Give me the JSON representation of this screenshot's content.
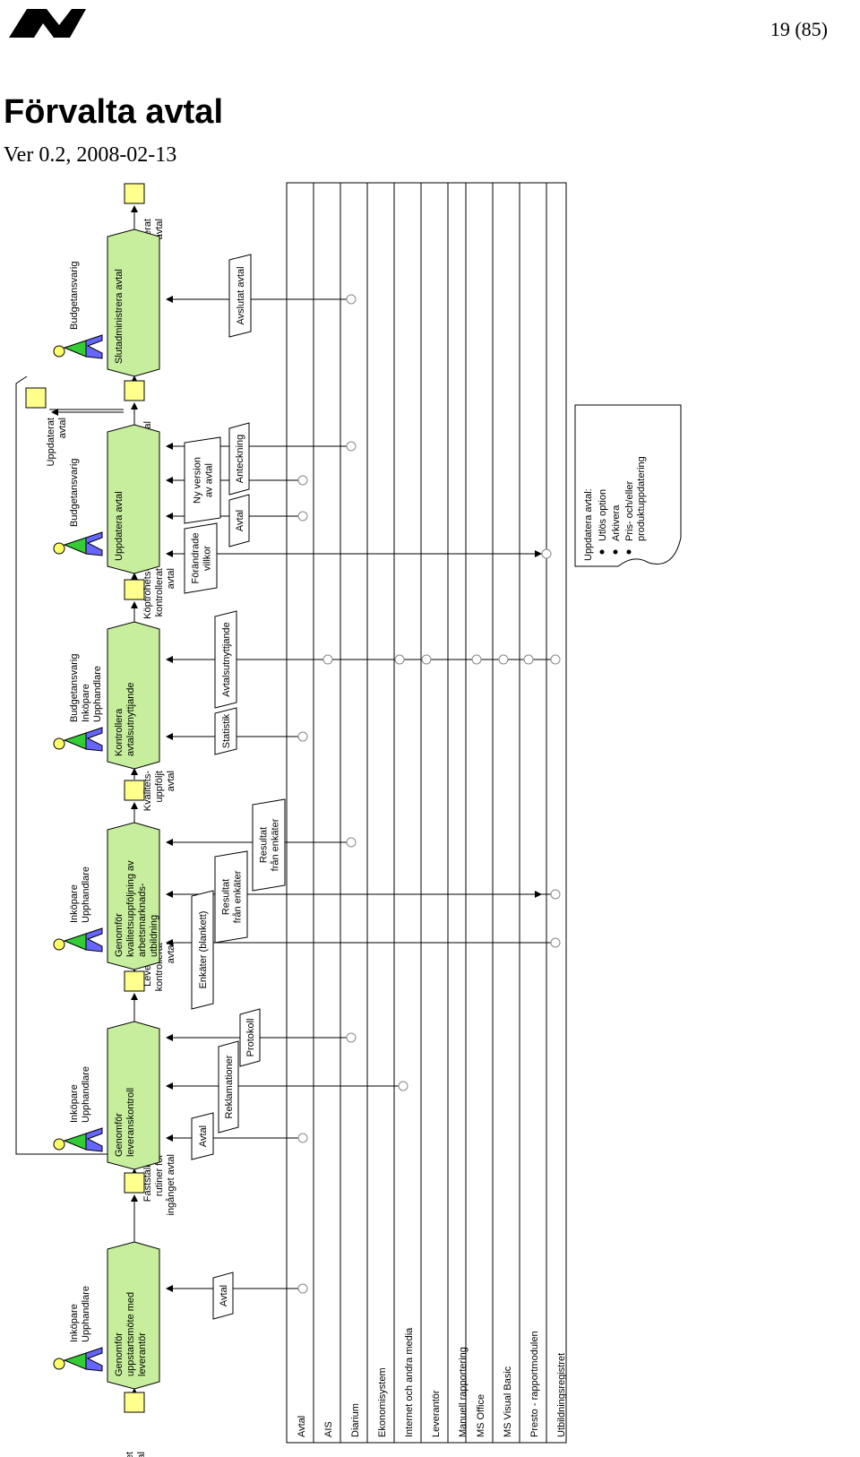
{
  "header": {
    "page_number": "19 (85)",
    "title": "Förvalta avtal",
    "version": "Ver 0.2, 2008-02-13"
  },
  "colors": {
    "process_fill": "#c6ee9c",
    "state_fill": "#ffff8c",
    "actor_head": "#ffff66",
    "actor_body_green": "#33cc33",
    "actor_legs_blue": "#6666ff"
  },
  "states": [
    {
      "id": "s0",
      "text": "Ingånget\navtal"
    },
    {
      "id": "s1",
      "text": "Fastställda\nrutiner för\ningånget avtal"
    },
    {
      "id": "s2",
      "text": "Leverans-\nkontrollerat\navtal"
    },
    {
      "id": "s3",
      "text": "Kvalitets-\nuppföljt\navtal"
    },
    {
      "id": "s4",
      "text": "Köptrohets-\nkontrollerat\navtal"
    },
    {
      "id": "s5",
      "text": "Avslutat avtal"
    },
    {
      "id": "s6",
      "text": "Arkiverat\navtal"
    },
    {
      "id": "s7",
      "text": "Uppdaterat\navtal"
    }
  ],
  "processes": [
    {
      "id": "p1",
      "text": "Genomför\nuppstartsmöte med\nleverantör",
      "roles": "Inköpare\nUpphandlare"
    },
    {
      "id": "p2",
      "text": "Genomför\nleveranskontroll",
      "roles": "Inköpare\nUpphandlare"
    },
    {
      "id": "p3",
      "text": "Genomför\nkvalitetsuppföljning av\narbetsmarknads-\nutbildning",
      "roles": "Inköpare\nUpphandlare"
    },
    {
      "id": "p4",
      "text": "Kontrollera\navtalsutnyttjande",
      "roles": "Budgetansvarig\nInköpare\nUpphandlare"
    },
    {
      "id": "p5",
      "text": "Uppdatera avtal",
      "roles": "Budgetansvarig"
    },
    {
      "id": "p6",
      "text": "Slutadministrera avtal",
      "roles": "Budgetansvarig"
    }
  ],
  "documents": [
    {
      "id": "d1",
      "text": "Avtal"
    },
    {
      "id": "d2",
      "text": "Avtal"
    },
    {
      "id": "d3",
      "text": "Reklamationer"
    },
    {
      "id": "d4",
      "text": "Protokoll"
    },
    {
      "id": "d5",
      "text": "Enkäter (blankett)"
    },
    {
      "id": "d6",
      "text": "Resultat\nfrån enkäter"
    },
    {
      "id": "d7",
      "text": "Resultat\nfrån enkäter"
    },
    {
      "id": "d8",
      "text": "Statistik"
    },
    {
      "id": "d9",
      "text": "Avtalsutnyttjande"
    },
    {
      "id": "d10",
      "text": "Förändrade\nvillkor"
    },
    {
      "id": "d11",
      "text": "Ny version\nav avtal"
    },
    {
      "id": "d12",
      "text": "Avtal"
    },
    {
      "id": "d13",
      "text": "Anteckning"
    },
    {
      "id": "d14",
      "text": "Avslutat avtal"
    }
  ],
  "systems": [
    "Avtal",
    "AIS",
    "Diarium",
    "Ekonomisystem",
    "Internet och andra media",
    "Leverantör",
    "Manuell rapportering",
    "MS Office",
    "MS Visual Basic",
    "Presto - rapportmodulen",
    "Utbildningsregistret"
  ],
  "note": {
    "title": "Uppdatera avtal:",
    "items": [
      "Utlös option",
      "Arkivera",
      "Pris- och/eller\nproduktuppdatering"
    ]
  }
}
